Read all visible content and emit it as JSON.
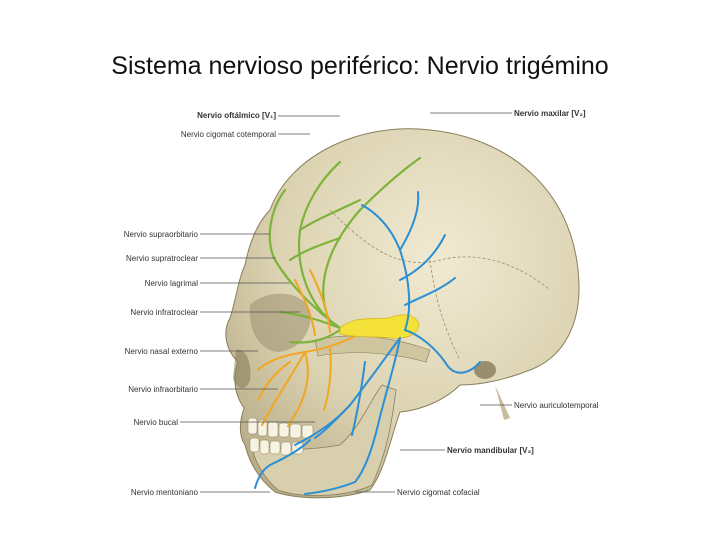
{
  "title": "Sistema nervioso periférico: Nervio trigémino",
  "labels": {
    "oftalmico": "Nervio oftálmico [V₁]",
    "cigomat_temporal": "Nervio cigomat cotemporal",
    "supraorbitario": "Nervio supraorbitario",
    "supratroclear": "Nervio supratroclear",
    "lagrimal": "Nervio lagrimal",
    "infratroclear": "Nervio infratroclear",
    "nasal_externo": "Nervio nasal externo",
    "infraorbitario": "Nervio infraorbitario",
    "bucal": "Nervio bucal",
    "mentoniano": "Nervio mentoniano",
    "maxilar": "Nervio maxilar [V₂]",
    "auriculotemporal": "Nervio auriculotemporal",
    "mandibular": "Nervio mandibular [V₃]",
    "cigomat_facial": "Nervio cigomat cofacial"
  },
  "colors": {
    "oftalmico": "#7db33a",
    "maxilar": "#f2a623",
    "mandibular": "#2a8fd4",
    "ganglion": "#f4e23a",
    "bone": "#e3dcc0"
  }
}
